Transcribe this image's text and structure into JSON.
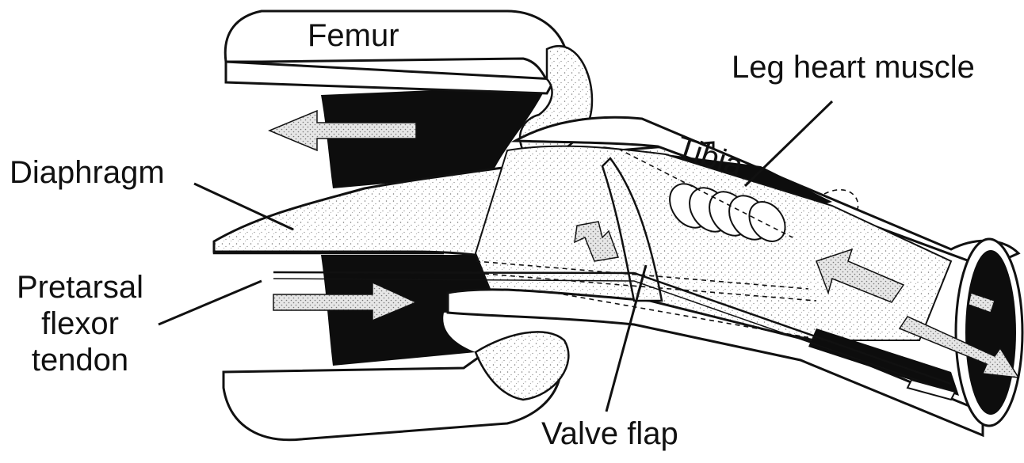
{
  "labels": {
    "femur": "Femur",
    "leg_heart_muscle": "Leg heart muscle",
    "tibia": "Tibia",
    "diaphragm": "Diaphragm",
    "pretarsal": [
      "Pretarsal",
      "flexor",
      "tendon"
    ],
    "valve_flap": "Valve flap"
  },
  "colors": {
    "ink": "#111111",
    "fill_black": "#0d0d0d",
    "fill_white": "#ffffff",
    "stipple": "#7a7a7a",
    "arrow_fill": "#d2d2d2"
  }
}
